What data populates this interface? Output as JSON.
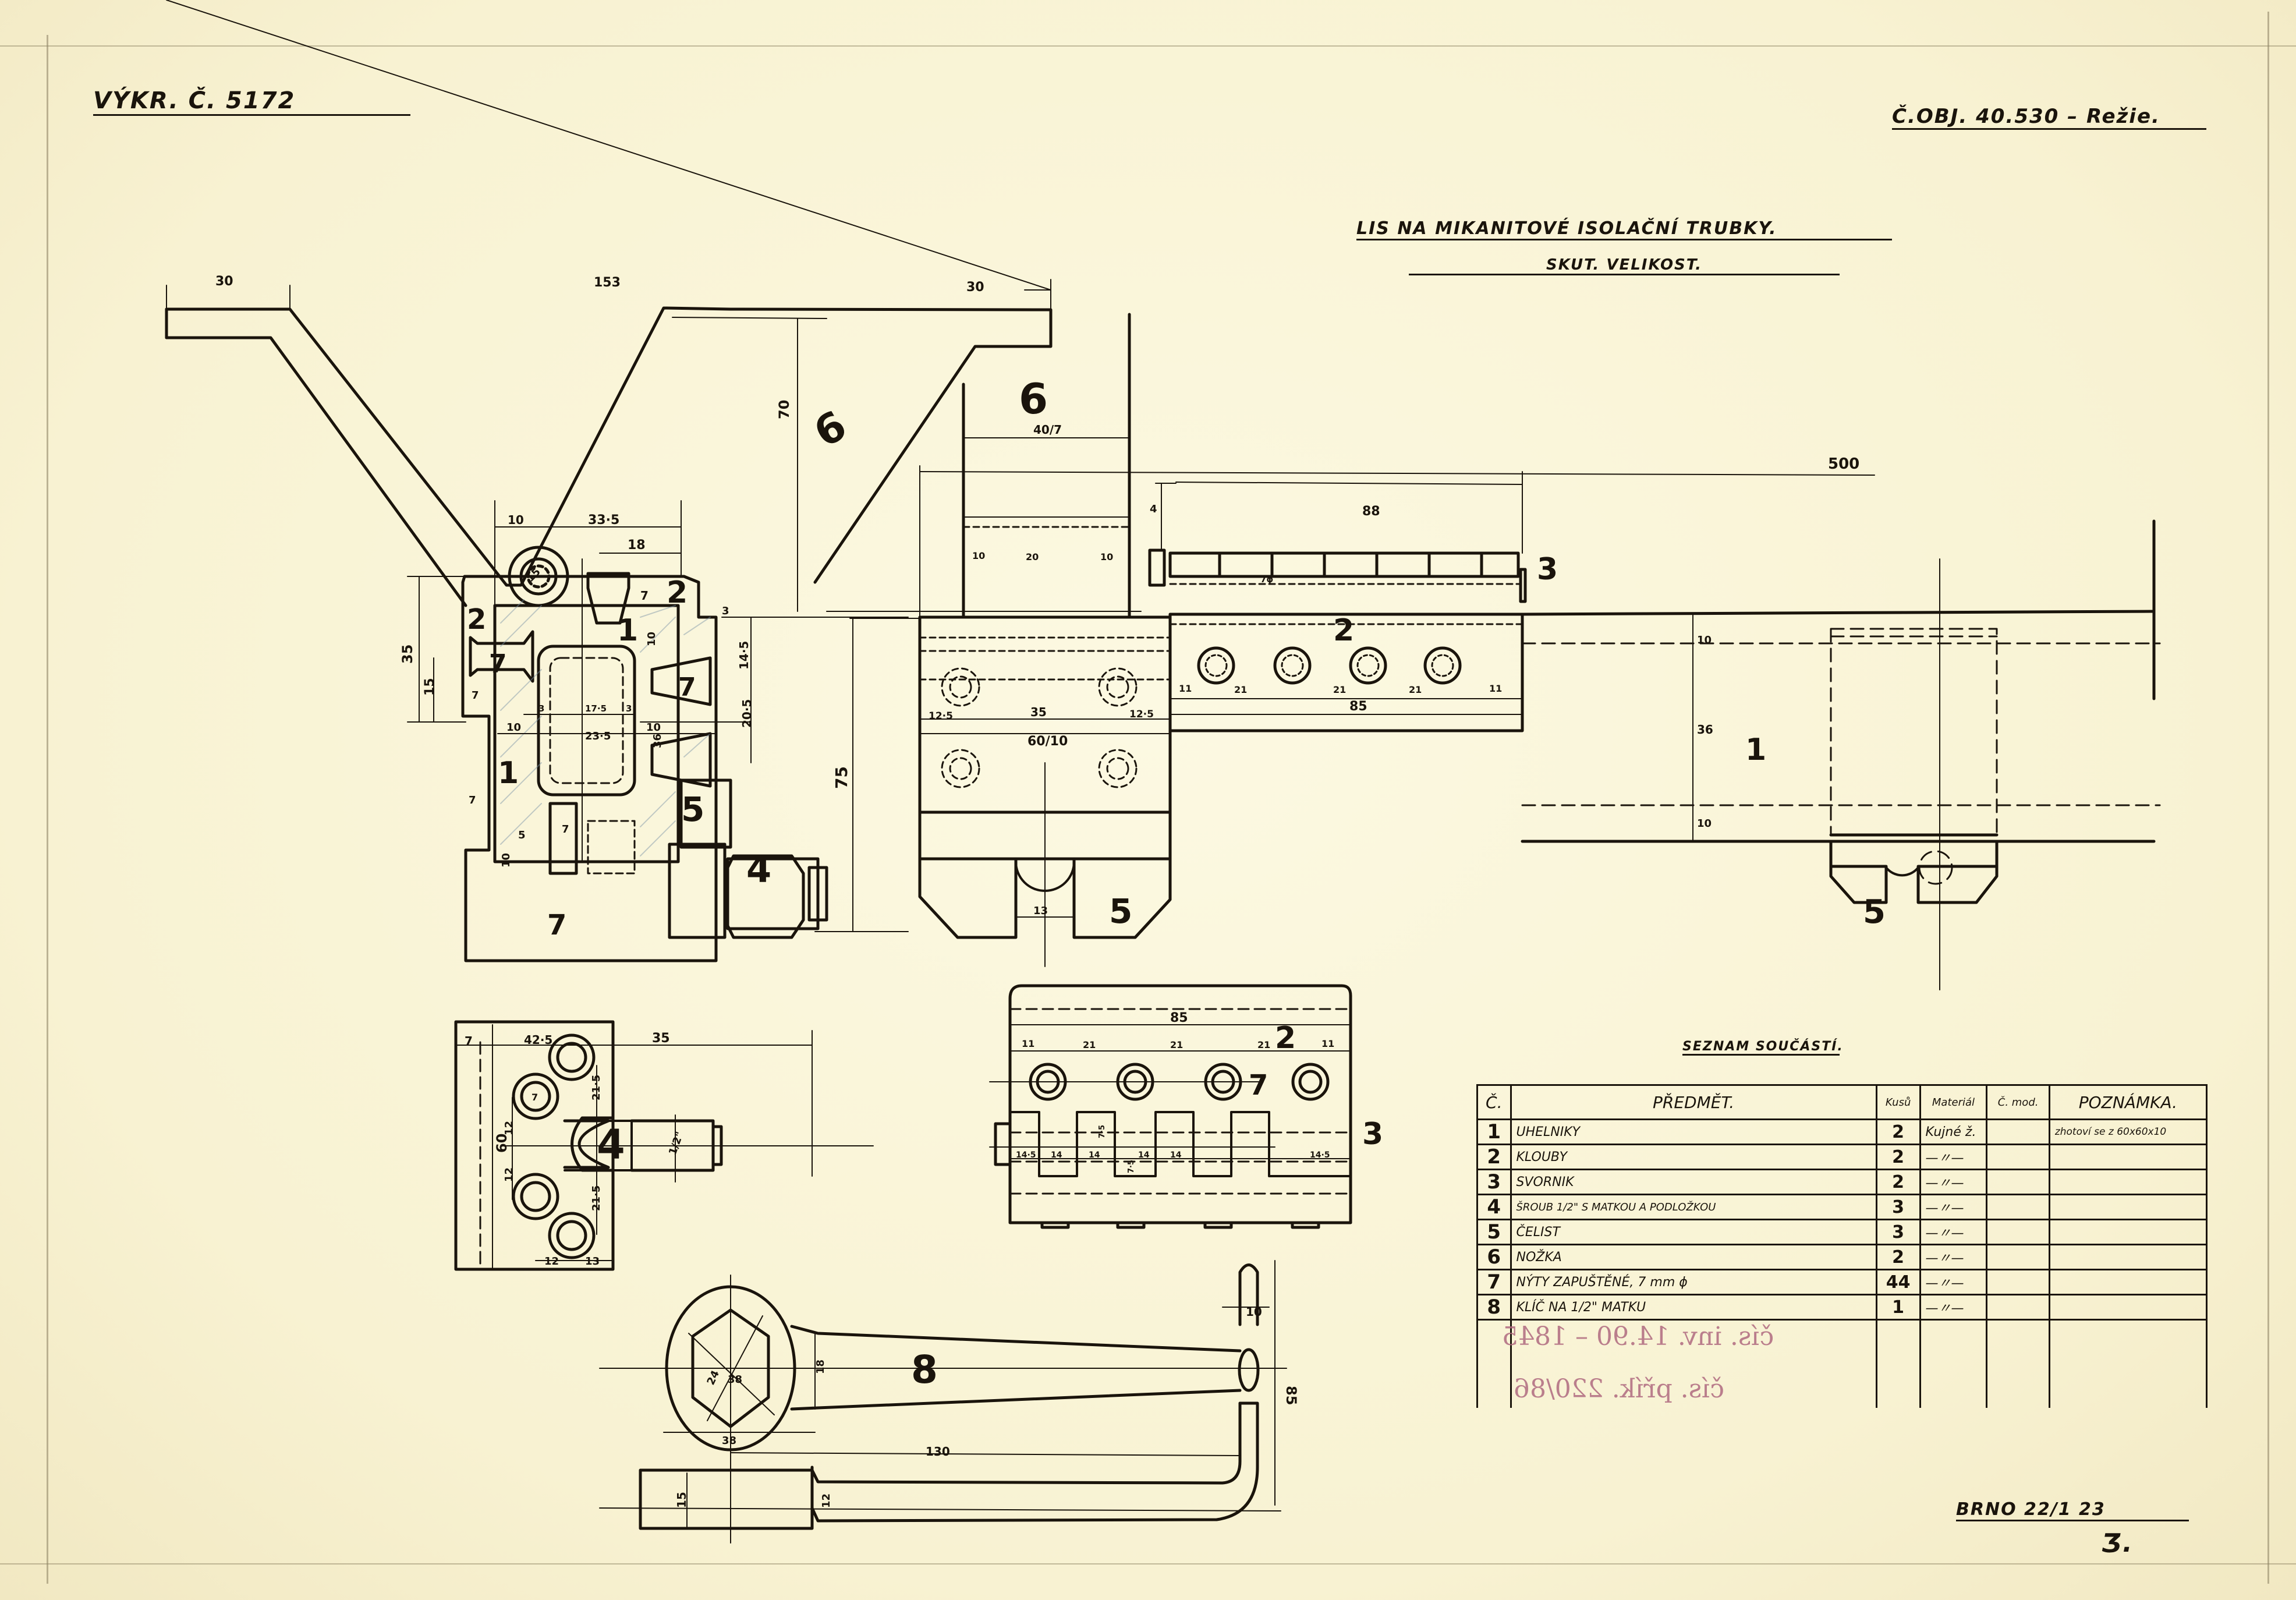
{
  "drawing_number": "VÝKR. Č. 5172",
  "order_number": "Č.OBJ. 40.530 – Režie.",
  "title": "LIS NA MIKANITOVÉ ISOLAČNÍ TRUBKY.",
  "subtitle": "SKUT. VELIKOST.",
  "part_labels": {
    "p1": "1",
    "p2": "2",
    "p3": "3",
    "p4": "4",
    "p5": "5",
    "p6": "6",
    "p7": "7",
    "p8": "8"
  },
  "dimensions": {
    "handle_left_30": "30",
    "handle_span_153": "153",
    "handle_right_30": "30",
    "handle_height_70": "70",
    "pivot_10": "10",
    "pivot_33_5": "33·5",
    "pivot_18": "18",
    "pivot_dia_15": "15",
    "d_7_top": "7",
    "d_3": "3",
    "left_35": "35",
    "left_15": "15",
    "d_14_5": "14·5",
    "d_20_5": "20·5",
    "d_10a": "10",
    "d_10b": "10",
    "d_10c": "10",
    "d_3a": "3",
    "d_17_5": "17·5",
    "d_3b": "3",
    "d_23_5": "23·5",
    "d_36": "36",
    "d_7a": "7",
    "d_7b": "7",
    "d_5": "5",
    "d_10d": "10",
    "d_7c": "7",
    "height_75": "75",
    "foot_40_7": "40/7",
    "foot_10": "10",
    "foot_20": "20",
    "foot_10b": "10",
    "body_12_5a": "12·5",
    "body_35": "35",
    "body_12_5b": "12·5",
    "body_60_10": "60/10",
    "jaw_13": "13",
    "pin_4": "4",
    "pin_88": "88",
    "rivet_7": "7ϕ",
    "hinge_11a": "11",
    "hinge_21a": "21",
    "hinge_21b": "21",
    "hinge_21c": "21",
    "hinge_11b": "11",
    "hinge_85": "85",
    "overall_500": "500",
    "side_10a": "10",
    "side_36": "36",
    "side_10b": "10",
    "plate_7": "7",
    "plate_42_5": "42·5",
    "plate_35": "35",
    "plate_60": "60",
    "plate_21_5a": "21·5",
    "plate_21_5b": "21·5",
    "plate_12a": "12",
    "plate_12b": "12",
    "plate_12c": "12",
    "plate_13": "13",
    "plate_7dia": "7",
    "bolt_half": "1/2\"",
    "k_85": "85",
    "k_11a": "11",
    "k_21a": "21",
    "k_21b": "21",
    "k_21c": "21",
    "k_11b": "11",
    "k_14_5a": "14·5",
    "k_14a": "14",
    "k_14b": "14",
    "k_14c": "14",
    "k_14d": "14",
    "k_14_5b": "14·5",
    "k_7_5a": "7·5",
    "k_7_5b": "7·5",
    "w_24": "24",
    "w_38a": "38",
    "w_18": "18",
    "w_38b": "38",
    "w_130": "130",
    "w_10": "10",
    "w_85": "85",
    "w_15": "15",
    "w_12": "12"
  },
  "parts_list": {
    "heading": "SEZNAM SOUČÁSTÍ.",
    "columns": [
      "Č.",
      "PŘEDMĚT.",
      "Kusů",
      "Materiál",
      "Č. mod.",
      "POZNÁMKA."
    ],
    "rows": [
      {
        "no": "1",
        "item": "UHELNIKY",
        "qty": "2",
        "material": "Kujné ž.",
        "model": "",
        "note": "zhotoví se z 60x60x10"
      },
      {
        "no": "2",
        "item": "KLOUBY",
        "qty": "2",
        "material": "—〃—",
        "model": "",
        "note": ""
      },
      {
        "no": "3",
        "item": "SVORNIK",
        "qty": "2",
        "material": "—〃—",
        "model": "",
        "note": ""
      },
      {
        "no": "4",
        "item": "ŠROUB 1/2\" S MATKOU A PODLOŽKOU",
        "qty": "3",
        "material": "—〃—",
        "model": "",
        "note": ""
      },
      {
        "no": "5",
        "item": "ČELIST",
        "qty": "3",
        "material": "—〃—",
        "model": "",
        "note": ""
      },
      {
        "no": "6",
        "item": "NOŽKA",
        "qty": "2",
        "material": "—〃—",
        "model": "",
        "note": ""
      },
      {
        "no": "7",
        "item": "NÝTY ZAPUŠTĚNÉ, 7 mm ϕ",
        "qty": "44",
        "material": "—〃—",
        "model": "",
        "note": ""
      },
      {
        "no": "8",
        "item": "KLÍČ NA 1/2\" MATKU",
        "qty": "1",
        "material": "—〃—",
        "model": "",
        "note": ""
      }
    ]
  },
  "stamp": {
    "inventory": "čís. inv. 14.90 – 1845",
    "attachment": "čís. přík. 220/86"
  },
  "place_date": "BRNO 22/1 23",
  "signature": "Ʒ."
}
